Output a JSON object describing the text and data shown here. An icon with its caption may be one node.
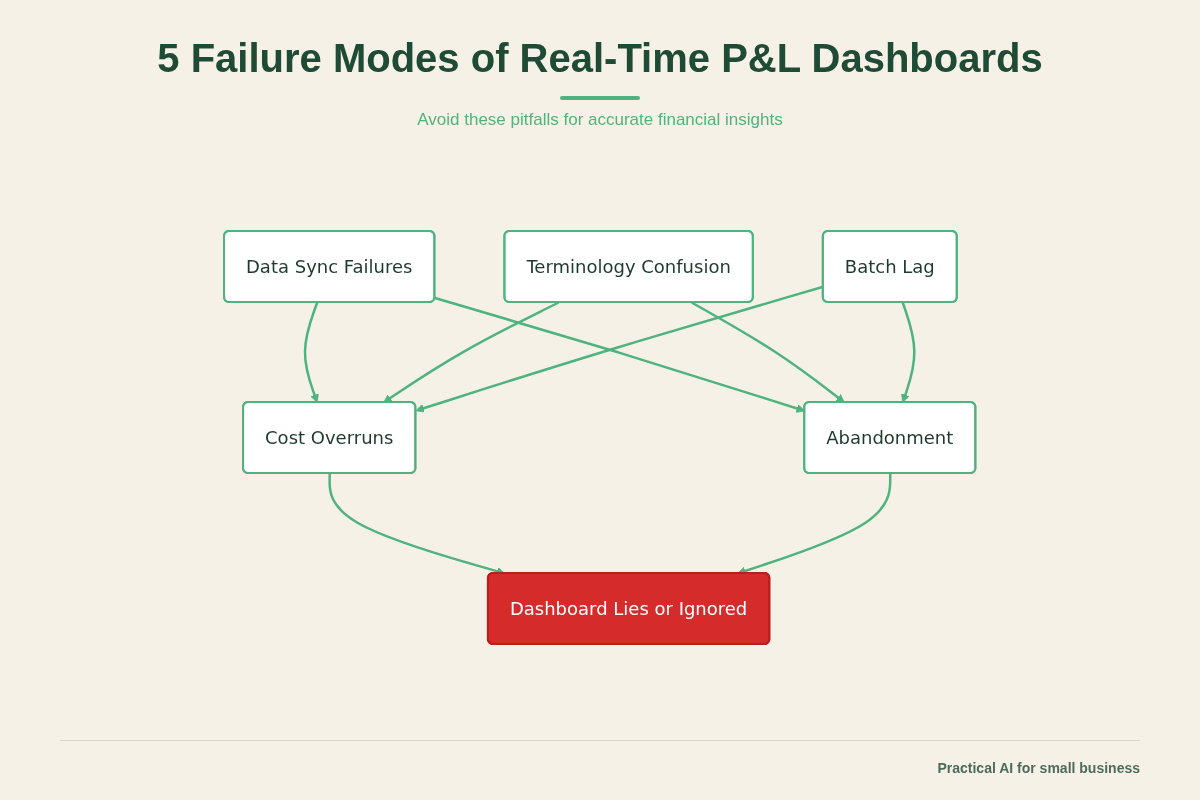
{
  "diagram": {
    "title": "5 Failure Modes of Real-Time P&L Dashboards",
    "nodes": [
      {
        "text": [
          "Data Sync Failures"
        ]
      },
      {
        "text": [
          "Terminology Confusion"
        ]
      },
      {
        "text": [
          "Batch Lag"
        ]
      },
      {
        "text": [
          "Cost Overruns"
        ]
      },
      {
        "text": [
          "Abandonment"
        ]
      },
      {
        "text": [
          "Dashboard Lies or Ignored"
        ]
      }
    ],
    "edges": [
      {
        "from": 0,
        "to": 3,
        "arrow": "to"
      },
      {
        "from": 0,
        "to": 4,
        "arrow": "to"
      },
      {
        "from": 1,
        "to": 3,
        "arrow": "to"
      },
      {
        "from": 1,
        "to": 4,
        "arrow": "to"
      },
      {
        "from": 2,
        "to": 3,
        "arrow": "to"
      },
      {
        "from": 2,
        "to": 4,
        "arrow": "to"
      },
      {
        "from": 3,
        "to": 5,
        "arrow": "to"
      },
      {
        "from": 4,
        "to": 5,
        "arrow": "to"
      }
    ],
    "labels": [
      "Avoid these pitfalls for accurate financial insights",
      "Practical AI for small business"
    ]
  }
}
